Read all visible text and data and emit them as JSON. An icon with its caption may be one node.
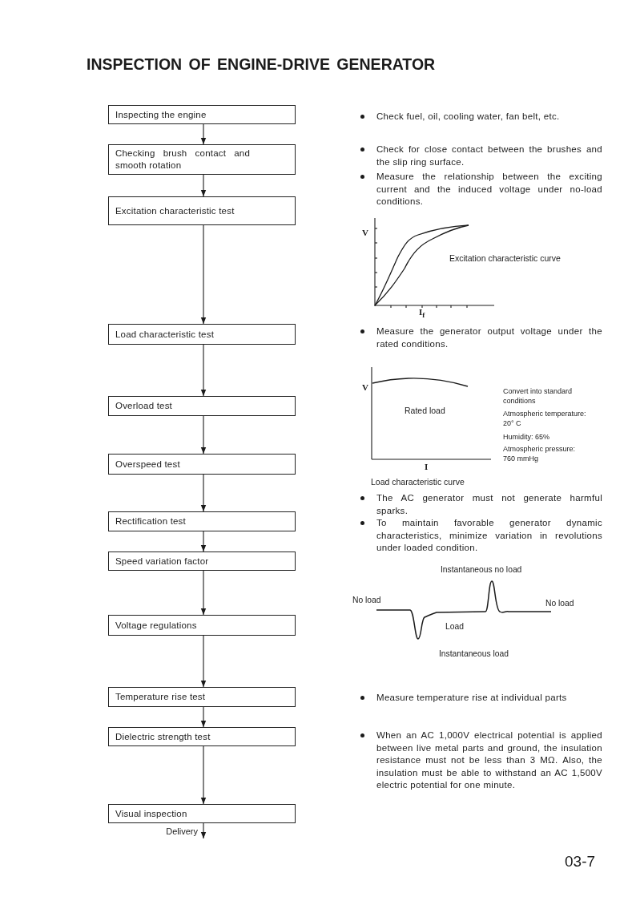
{
  "diagram": {
    "title": "INSPECTION OF ENGINE-DRIVE GENERATOR",
    "nodes": [
      {
        "text": [
          "Inspecting the engine"
        ]
      },
      {
        "text": [
          "Checking brush contact and smooth rotation"
        ]
      },
      {
        "text": [
          "Excitation characteristic test"
        ]
      },
      {
        "text": [
          "Load characteristic test"
        ]
      },
      {
        "text": [
          "Overload test"
        ]
      },
      {
        "text": [
          "Overspeed test"
        ]
      },
      {
        "text": [
          "Rectification test"
        ]
      },
      {
        "text": [
          "Speed variation factor"
        ]
      },
      {
        "text": [
          "Voltage regulations"
        ]
      },
      {
        "text": [
          "Temperature rise test"
        ]
      },
      {
        "text": [
          "Dielectric strength test"
        ]
      },
      {
        "text": [
          "Visual inspection"
        ]
      }
    ],
    "edges": [
      {
        "from": 0,
        "to": 1,
        "arrow": "to"
      },
      {
        "from": 1,
        "to": 2,
        "arrow": "to"
      },
      {
        "from": 2,
        "to": 3,
        "arrow": "to"
      },
      {
        "from": 3,
        "to": 4,
        "arrow": "to"
      },
      {
        "from": 4,
        "to": 5,
        "arrow": "to"
      },
      {
        "from": 5,
        "to": 6,
        "arrow": "to"
      },
      {
        "from": 6,
        "to": 7,
        "arrow": "to"
      },
      {
        "from": 7,
        "to": 8,
        "arrow": "to"
      },
      {
        "from": 8,
        "to": 9,
        "arrow": "to"
      },
      {
        "from": 9,
        "to": 10,
        "arrow": "to"
      },
      {
        "from": 10,
        "to": 11,
        "arrow": "to"
      },
      {
        "from": 11,
        "to": null,
        "arrow": "to",
        "label": "Delivery"
      }
    ],
    "labels": [
      "Check fuel, oil, cooling water, fan belt, etc.",
      "Check for close contact between the brushes and the slip ring surface.",
      "Measure the relationship between the exciting current and the induced voltage under no-load conditions.",
      "V",
      "Excitation characteristic curve",
      "I$_{f}$",
      "Measure the generator output voltage under the rated conditions.",
      "V",
      "Rated load",
      "Convert into standard conditions",
      "Atmospheric temperature: 20° C",
      "Humidity: 65%",
      "Atmospheric pressure: 760 mmHg",
      "I",
      "Load characteristic curve",
      "The AC generator must not generate harmful sparks.",
      "To maintain favorable generator dynamic characteristics, minimize variation in revolutions under loaded condition.",
      "Instantaneous no load",
      "No load",
      "No load",
      "Load",
      "Instantaneous load",
      "Measure temperature rise at individual parts",
      "When an AC 1,000V electrical potential is applied between live metal parts and ground, the insulation resistance must not be less than 3 MΩ. Also, the insulation must be able to withstand an AC 1,500V electric potential for one minute.",
      "03-7"
    ]
  }
}
